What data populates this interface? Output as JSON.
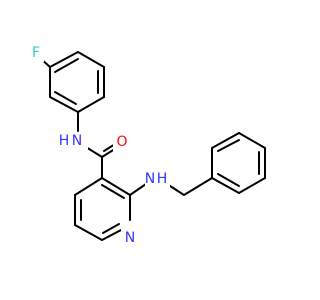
{
  "molecule": {
    "atoms": {
      "fluorine": {
        "text": "F",
        "color": "#33cccc"
      },
      "amide_nitrogen": {
        "text": "N",
        "color": "#3333ff"
      },
      "amide_h": {
        "text": "H",
        "color": "#3333ff"
      },
      "carbonyl_oxygen": {
        "text": "O",
        "color": "#ff0d0d"
      },
      "amine_nitrogen": {
        "text": "N",
        "color": "#3333ff"
      },
      "amine_h": {
        "text": "H",
        "color": "#3333ff"
      },
      "pyridine_nitrogen": {
        "text": "N",
        "color": "#3333ff"
      }
    }
  }
}
